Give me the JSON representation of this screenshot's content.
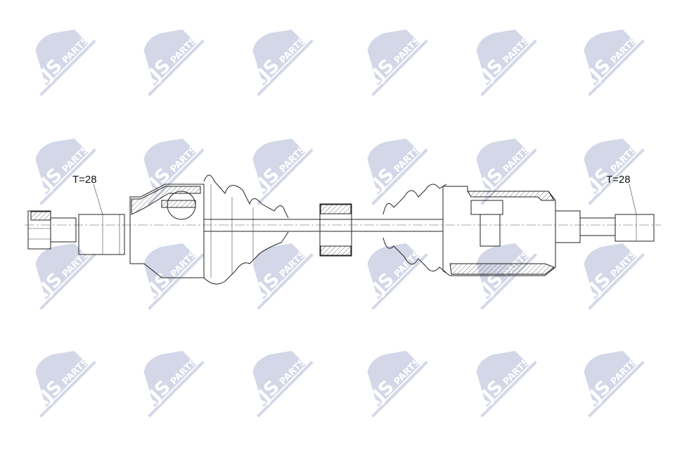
{
  "watermark": {
    "brand": "AJS",
    "suffix": "PARTS",
    "color": "#c9cee2",
    "rows": 4,
    "columns": 6
  },
  "labels": {
    "left_spline": "T=28",
    "right_spline": "T=28"
  },
  "colors": {
    "line": "#222222",
    "background": "#ffffff"
  }
}
